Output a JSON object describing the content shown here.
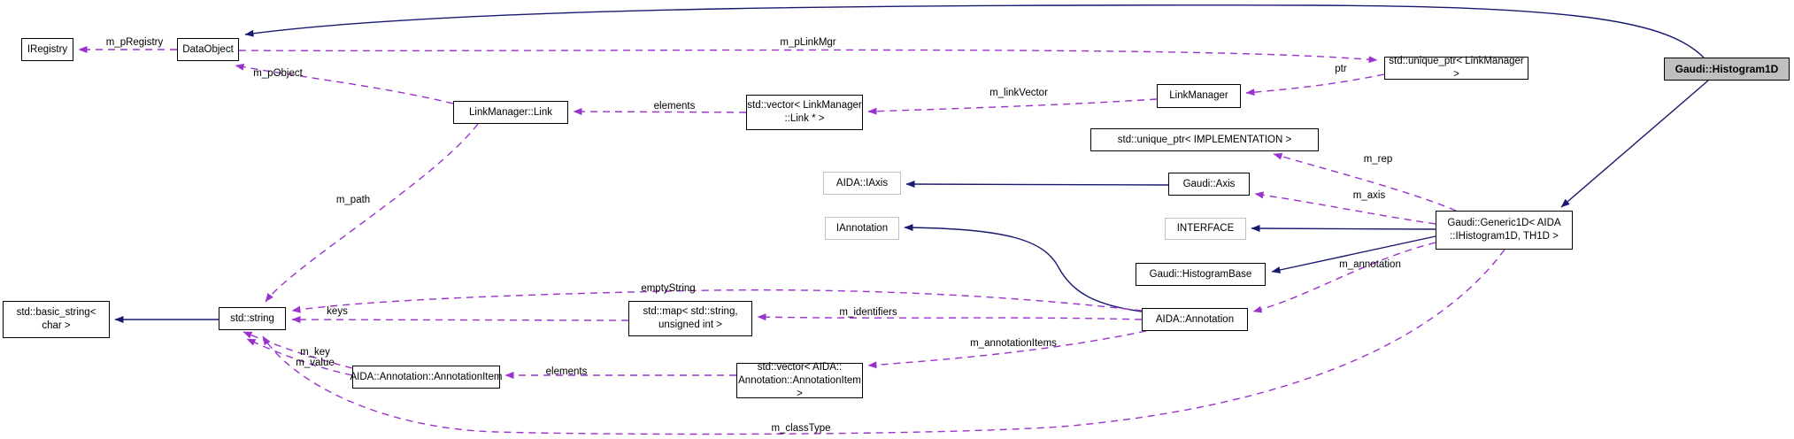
{
  "colors": {
    "solid_edge": "#191970",
    "dashed_edge": "#9a32cd",
    "node_fill": "#ffffff",
    "focus_fill": "#bfbfbf",
    "border": "#000000",
    "external_border": "#c0c0c0",
    "background": "#ffffff",
    "label_color": "#000000"
  },
  "nodes": [
    {
      "id": "iregistry",
      "label": "IRegistry"
    },
    {
      "id": "dataobject",
      "label": "DataObject"
    },
    {
      "id": "linkmanager-link",
      "label": "LinkManager::Link"
    },
    {
      "id": "vector-linkmanager-link",
      "label": "std::vector< LinkManager\n::Link * >"
    },
    {
      "id": "linkmanager",
      "label": "LinkManager"
    },
    {
      "id": "unique-ptr-linkmanager",
      "label": "std::unique_ptr< LinkManager >"
    },
    {
      "id": "gaudi-histogram1d",
      "label": "Gaudi::Histogram1D"
    },
    {
      "id": "unique-ptr-implementation",
      "label": "std::unique_ptr< IMPLEMENTATION >"
    },
    {
      "id": "aida-iaxis",
      "label": "AIDA::IAxis"
    },
    {
      "id": "gaudi-axis",
      "label": "Gaudi::Axis"
    },
    {
      "id": "iannotation",
      "label": "IAnnotation"
    },
    {
      "id": "interface",
      "label": "INTERFACE"
    },
    {
      "id": "gaudi-histogrambase",
      "label": "Gaudi::HistogramBase"
    },
    {
      "id": "gaudi-generic1d",
      "label": "Gaudi::Generic1D< AIDA\n::IHistogram1D, TH1D >"
    },
    {
      "id": "basic-string",
      "label": "std::basic_string<\nchar >"
    },
    {
      "id": "std-string",
      "label": "std::string"
    },
    {
      "id": "std-map",
      "label": "std::map< std::string,\nunsigned int >"
    },
    {
      "id": "aida-annotation",
      "label": "AIDA::Annotation"
    },
    {
      "id": "annotation-item",
      "label": "AIDA::Annotation::AnnotationItem"
    },
    {
      "id": "vector-annotation-item",
      "label": "std::vector< AIDA::\nAnnotation::AnnotationItem >"
    }
  ],
  "edge_labels": [
    "m_pRegistry",
    "m_pLinkMgr",
    "m_pObject",
    "elements",
    "m_linkVector",
    "ptr",
    "m_rep",
    "m_axis",
    "m_path",
    "m_annotation",
    "emptyString",
    "keys",
    "m_identifiers",
    "m_key\nm_value",
    "elements",
    "m_annotationItems",
    "m_classType"
  ]
}
